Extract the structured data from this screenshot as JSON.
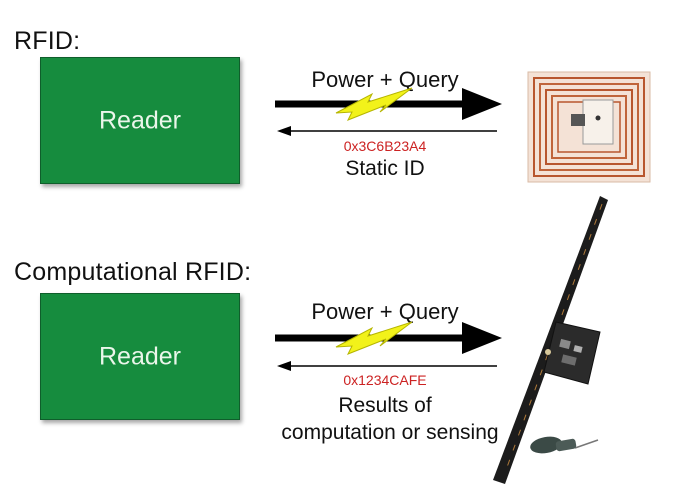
{
  "rfid": {
    "title": "RFID:",
    "reader_label": "Reader",
    "forward_label": "Power + Query",
    "return_value": "0x3C6B23A4",
    "return_caption": "Static ID"
  },
  "crfid": {
    "title": "Computational RFID:",
    "reader_label": "Reader",
    "forward_label": "Power + Query",
    "return_value": "0x1234CAFE",
    "return_caption_line1": "Results of",
    "return_caption_line2": "computation or sensing"
  },
  "colors": {
    "reader_fill": "#168c3e",
    "lightning": "#f2f21a",
    "hex_text": "#cc2222"
  }
}
